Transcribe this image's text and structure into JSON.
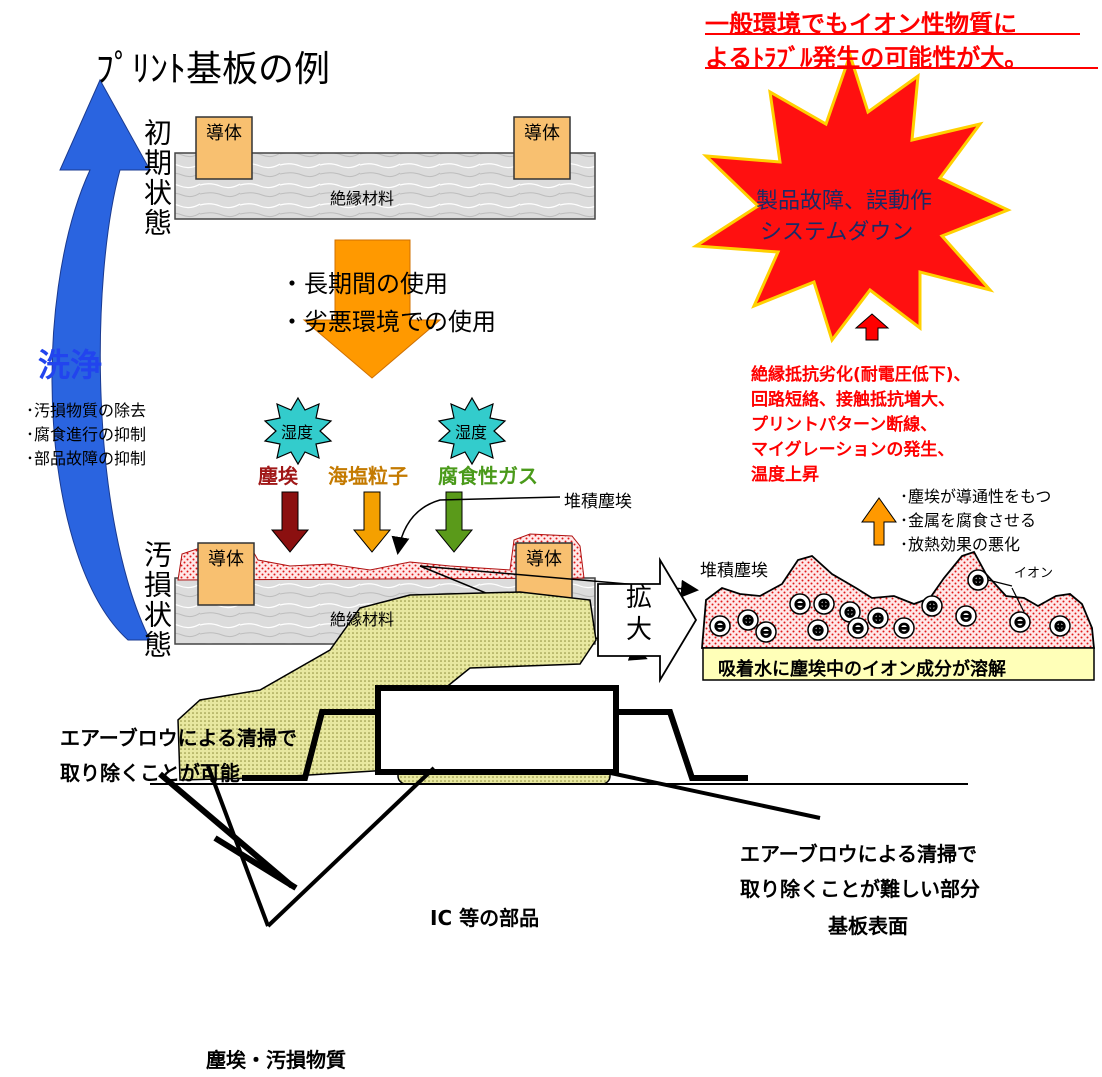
{
  "title": "ﾌﾟﾘﾝﾄ基板の例",
  "initial_state_label": "初期状態",
  "contaminated_state_label": "汚損状態",
  "conductor_label": "導体",
  "insulator_label": "絶縁材料",
  "usage_conditions": [
    "・長期間の使用",
    "・劣悪環境での使用"
  ],
  "cleaning": {
    "title": "洗浄",
    "items": [
      "･汚損物質の除去",
      "･腐食進行の抑制",
      "･部品故障の抑制"
    ]
  },
  "humidity_label": "湿度",
  "contaminants": {
    "dust": "塵埃",
    "salt": "海塩粒子",
    "gas": "腐食性ガス"
  },
  "deposited_dust_label": "堆積塵埃",
  "expand_label": "拡大",
  "ion_label": "イオン",
  "dissolution_label": "吸着水に塵埃中のイオン成分が溶解",
  "dust_effects": [
    "･塵埃が導通性をもつ",
    "･金属を腐食させる",
    "･放熱効果の悪化"
  ],
  "failure_causes": [
    "絶縁抵抗劣化(耐電圧低下)、",
    "回路短絡、接触抵抗増大、",
    "プリントパターン断線、",
    "マイグレーションの発生、",
    "温度上昇"
  ],
  "failure_result": [
    "製品故障、誤動作",
    "システムダウン"
  ],
  "headline": [
    "一般環境でもイオン性物質に",
    "よるﾄﾗﾌﾞﾙ発生の可能性が大。"
  ],
  "bottom": {
    "removable_note": [
      "エアーブロウによる清掃で",
      "取り除くことが可能"
    ],
    "hard_note": [
      "エアーブロウによる清掃で",
      "取り除くことが難しい部分"
    ],
    "component_label": "IC 等の部品",
    "substrate_label": "基板表面",
    "dust_label": "塵埃・汚損物質"
  },
  "colors": {
    "red": "#ff0000",
    "conductor": "#f8c070",
    "blue_arrow": "#2a64e0",
    "orange_arrow": "#ff9900",
    "dust_red": "#8b1010",
    "salt_orange": "#f4a000",
    "gas_green": "#5a9a1a",
    "humidity": "#33cccc",
    "dust_fill": "#dede90"
  }
}
